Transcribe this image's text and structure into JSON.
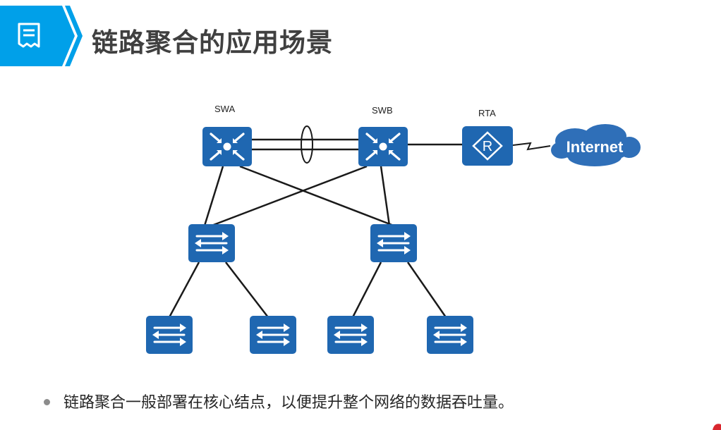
{
  "header": {
    "title": "链路聚合的应用场景",
    "icon": "document-icon",
    "accent_color": "#00a0e9"
  },
  "diagram": {
    "nodes": [
      {
        "id": "swa",
        "type": "core-switch",
        "label": "SWA"
      },
      {
        "id": "swb",
        "type": "core-switch",
        "label": "SWB"
      },
      {
        "id": "rta",
        "type": "router",
        "label": "RTA"
      },
      {
        "id": "internet",
        "type": "cloud",
        "label": "Internet"
      },
      {
        "id": "agg1",
        "type": "switch",
        "label": ""
      },
      {
        "id": "agg2",
        "type": "switch",
        "label": ""
      },
      {
        "id": "acc1",
        "type": "switch",
        "label": ""
      },
      {
        "id": "acc2",
        "type": "switch",
        "label": ""
      },
      {
        "id": "acc3",
        "type": "switch",
        "label": ""
      },
      {
        "id": "acc4",
        "type": "switch",
        "label": ""
      }
    ],
    "links": [
      {
        "from": "swa",
        "to": "swb",
        "kind": "link-aggregation",
        "count": 2
      },
      {
        "from": "swb",
        "to": "rta",
        "kind": "ethernet"
      },
      {
        "from": "rta",
        "to": "internet",
        "kind": "serial"
      },
      {
        "from": "swa",
        "to": "agg1",
        "kind": "ethernet"
      },
      {
        "from": "swa",
        "to": "agg2",
        "kind": "ethernet"
      },
      {
        "from": "swb",
        "to": "agg1",
        "kind": "ethernet"
      },
      {
        "from": "swb",
        "to": "agg2",
        "kind": "ethernet"
      },
      {
        "from": "agg1",
        "to": "acc1",
        "kind": "ethernet"
      },
      {
        "from": "agg1",
        "to": "acc2",
        "kind": "ethernet"
      },
      {
        "from": "agg2",
        "to": "acc3",
        "kind": "ethernet"
      },
      {
        "from": "agg2",
        "to": "acc4",
        "kind": "ethernet"
      }
    ],
    "device_color": "#1f67b1",
    "cloud_color": "#2f6fb8"
  },
  "bullets": [
    "链路聚合一般部署在核心结点，以便提升整个网络的数据吞吐量。"
  ]
}
